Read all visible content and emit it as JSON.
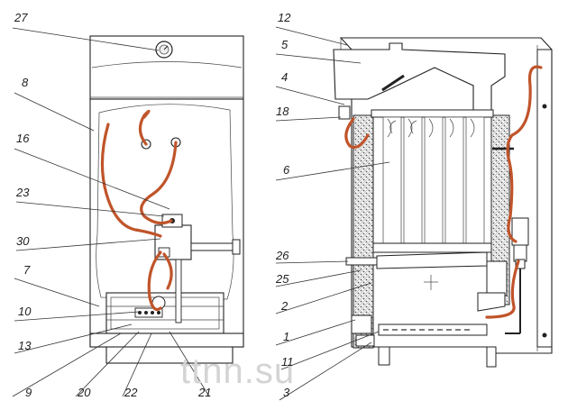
{
  "watermark": "ttnn.su",
  "left_labels": {
    "l27": "27",
    "l8": "8",
    "l16": "16",
    "l23": "23",
    "l30": "30",
    "l7": "7",
    "l10": "10",
    "l13": "13",
    "l9": "9",
    "l20": "20",
    "l22": "22",
    "l21": "21"
  },
  "right_labels": {
    "l12": "12",
    "l5": "5",
    "l4": "4",
    "l18": "18",
    "l6": "6",
    "l26": "26",
    "l25": "25",
    "l2": "2",
    "l1": "1",
    "l11": "11",
    "l3": "3"
  },
  "colors": {
    "hose": "#c0542a",
    "outline": "#222222",
    "label": "#222222",
    "watermark": "#d4d4d4"
  }
}
